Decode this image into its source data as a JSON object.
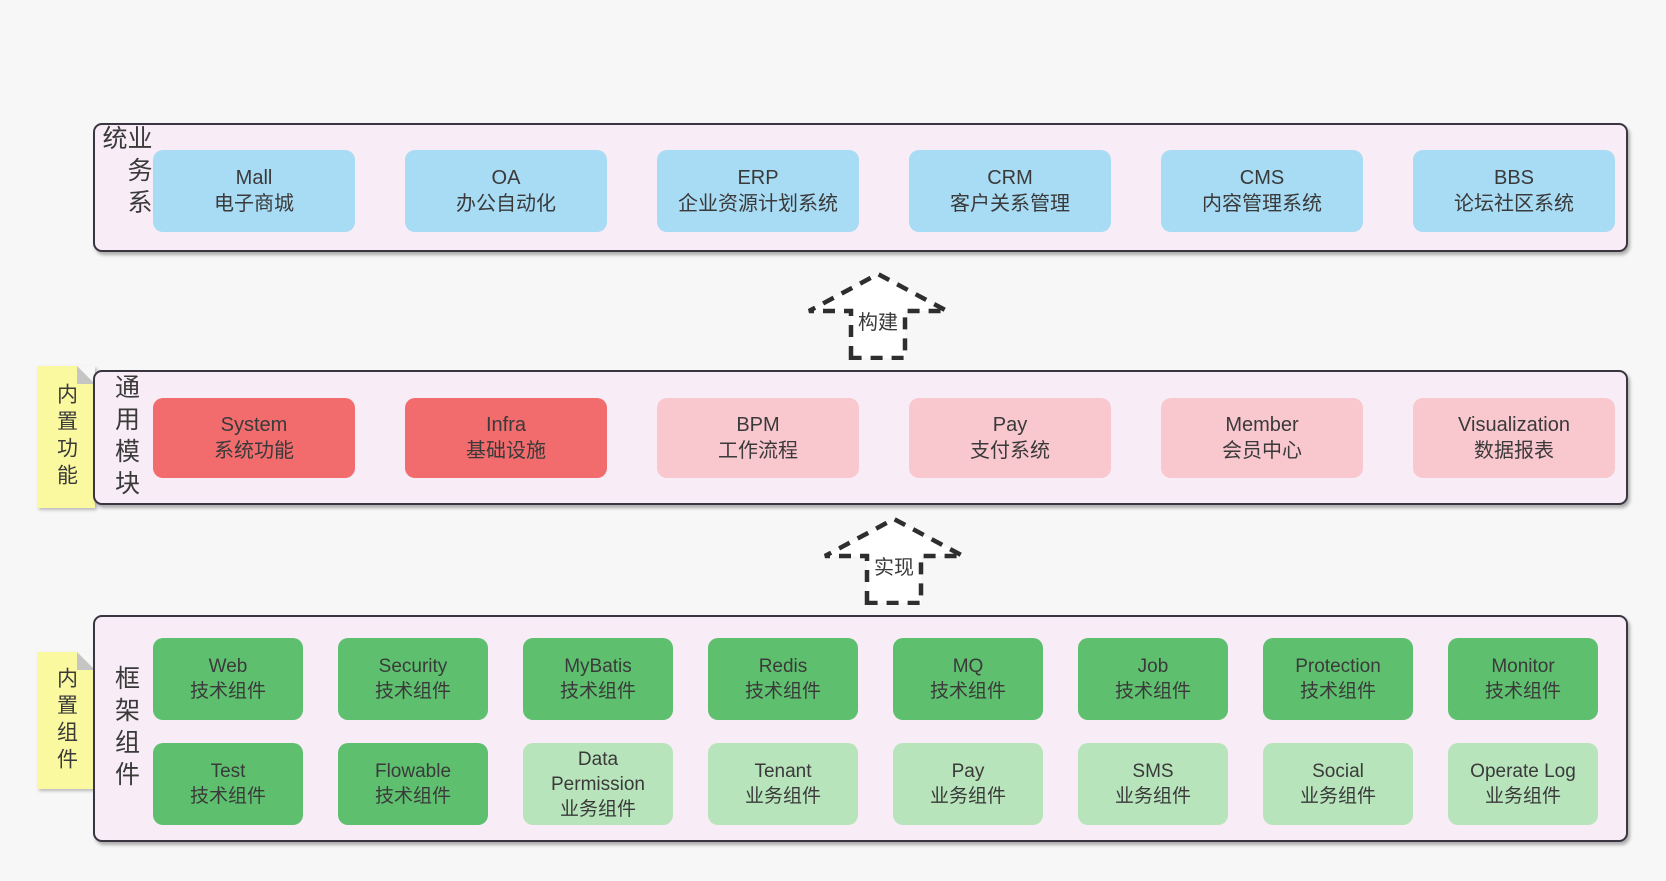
{
  "diagram": {
    "arrows": [
      {
        "label": "构建"
      },
      {
        "label": "实现"
      }
    ],
    "bands": [
      {
        "label": "业务系统",
        "boxes": [
          {
            "title": "Mall",
            "subtitle": "电子商城",
            "tone": "blue"
          },
          {
            "title": "OA",
            "subtitle": "办公自动化",
            "tone": "blue"
          },
          {
            "title": "ERP",
            "subtitle": "企业资源计划系统",
            "tone": "blue"
          },
          {
            "title": "CRM",
            "subtitle": "客户关系管理",
            "tone": "blue"
          },
          {
            "title": "CMS",
            "subtitle": "内容管理系统",
            "tone": "blue"
          },
          {
            "title": "BBS",
            "subtitle": "论坛社区系统",
            "tone": "blue"
          }
        ]
      },
      {
        "label": "通用模块",
        "sticky": "内置功能",
        "boxes": [
          {
            "title": "System",
            "subtitle": "系统功能",
            "tone": "red"
          },
          {
            "title": "Infra",
            "subtitle": "基础设施",
            "tone": "red"
          },
          {
            "title": "BPM",
            "subtitle": "工作流程",
            "tone": "pink"
          },
          {
            "title": "Pay",
            "subtitle": "支付系统",
            "tone": "pink"
          },
          {
            "title": "Member",
            "subtitle": "会员中心",
            "tone": "pink"
          },
          {
            "title": "Visualization",
            "subtitle": "数据报表",
            "tone": "pink"
          }
        ]
      },
      {
        "label": "框架组件",
        "sticky": "内置组件",
        "rows": [
          [
            {
              "title": "Web",
              "subtitle": "技术组件",
              "tone": "green"
            },
            {
              "title": "Security",
              "subtitle": "技术组件",
              "tone": "green"
            },
            {
              "title": "MyBatis",
              "subtitle": "技术组件",
              "tone": "green"
            },
            {
              "title": "Redis",
              "subtitle": "技术组件",
              "tone": "green"
            },
            {
              "title": "MQ",
              "subtitle": "技术组件",
              "tone": "green"
            },
            {
              "title": "Job",
              "subtitle": "技术组件",
              "tone": "green"
            },
            {
              "title": "Protection",
              "subtitle": "技术组件",
              "tone": "green"
            },
            {
              "title": "Monitor",
              "subtitle": "技术组件",
              "tone": "green"
            }
          ],
          [
            {
              "title": "Test",
              "subtitle": "技术组件",
              "tone": "green"
            },
            {
              "title": "Flowable",
              "subtitle": "技术组件",
              "tone": "green"
            },
            {
              "title": "Data Permission",
              "subtitle": "业务组件",
              "tone": "lightgreen"
            },
            {
              "title": "Tenant",
              "subtitle": "业务组件",
              "tone": "lightgreen"
            },
            {
              "title": "Pay",
              "subtitle": "业务组件",
              "tone": "lightgreen"
            },
            {
              "title": "SMS",
              "subtitle": "业务组件",
              "tone": "lightgreen"
            },
            {
              "title": "Social",
              "subtitle": "业务组件",
              "tone": "lightgreen"
            },
            {
              "title": "Operate Log",
              "subtitle": "业务组件",
              "tone": "lightgreen"
            }
          ]
        ]
      }
    ],
    "colors": {
      "page_bg": "#f7f7f7",
      "band_bg": "#f8edf6",
      "band_border": "#3a3540",
      "blue": "#a8dbf4",
      "red": "#f26b6d",
      "pink": "#f9c7ce",
      "green": "#5ec06f",
      "light_green": "#b7e4bb",
      "sticky_yellow": "#fbf9a0",
      "fold_gray": "#c5c5c5",
      "text": "#3a3a3a"
    }
  }
}
